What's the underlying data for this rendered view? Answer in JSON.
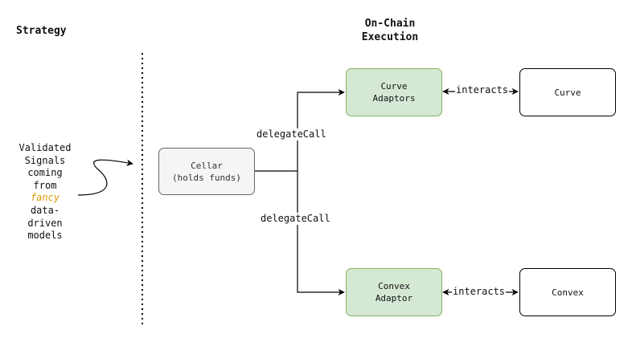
{
  "headings": {
    "strategy": "Strategy",
    "onchain_line1": "On-Chain",
    "onchain_line2": "Execution"
  },
  "signals": {
    "line1": "Validated",
    "line2": "Signals",
    "line3": "coming",
    "line4": "from",
    "highlight": "fancy",
    "line5": "data-",
    "line6": "driven",
    "line7": "models"
  },
  "nodes": {
    "cellar": {
      "line1": "Cellar",
      "line2": "(holds funds)"
    },
    "curve_adaptors": {
      "line1": "Curve",
      "line2": "Adaptors"
    },
    "convex_adaptor": {
      "line1": "Convex",
      "line2": "Adaptor"
    },
    "curve": {
      "label": "Curve"
    },
    "convex": {
      "label": "Convex"
    }
  },
  "edges": {
    "delegate_top": "delegateCall",
    "delegate_bottom": "delegateCall",
    "interacts_top": "interacts",
    "interacts_bottom": "interacts"
  },
  "colors": {
    "adaptor_fill": "#d5e8d4",
    "adaptor_stroke": "#82b366",
    "cellar_fill": "#f5f5f5",
    "cellar_stroke": "#666666",
    "highlight_text": "#d79b00"
  }
}
